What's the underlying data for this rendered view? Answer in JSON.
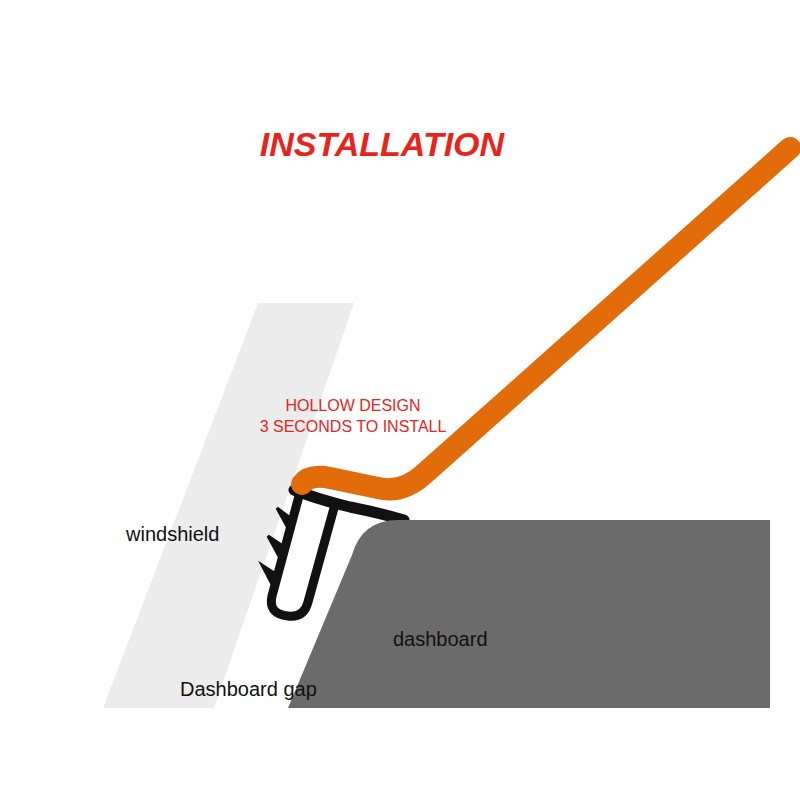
{
  "diagram": {
    "title": "INSTALLATION",
    "nodes": [
      {
        "text": [
          "dashboard"
        ]
      }
    ],
    "labels": [
      "HOLLOW DESIGN",
      "3 SECONDS TO INSTALL",
      "windshield",
      "Dashboard gap"
    ]
  }
}
